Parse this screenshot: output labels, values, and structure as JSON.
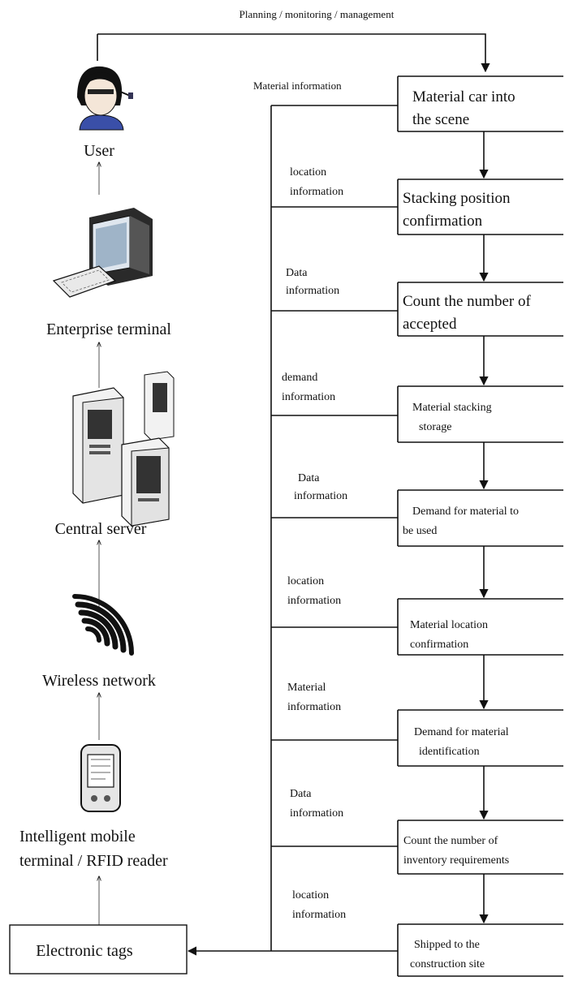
{
  "top_label": "Planning / monitoring / management",
  "left_column": {
    "user": "User",
    "enterprise_terminal": "Enterprise terminal",
    "central_server": "Central server",
    "wireless_network": "Wireless network",
    "mobile_terminal_line1": "Intelligent mobile",
    "mobile_terminal_line2": "terminal / RFID reader",
    "electronic_tags": "Electronic tags"
  },
  "process_steps": [
    {
      "line1": "Material car into",
      "line2": "the scene"
    },
    {
      "line1": "Stacking position",
      "line2": "confirmation"
    },
    {
      "line1": "Count the number of",
      "line2": "accepted"
    },
    {
      "line1": "Material stacking",
      "line2": "storage"
    },
    {
      "line1": "Demand for material to",
      "line2": "be used"
    },
    {
      "line1": "Material location",
      "line2": "confirmation"
    },
    {
      "line1": "Demand for material",
      "line2": "identification"
    },
    {
      "line1": "Count the number of",
      "line2": "inventory requirements"
    },
    {
      "line1": "Shipped to the",
      "line2": "construction site"
    }
  ],
  "info_labels": [
    {
      "line1": "Material information",
      "line2": ""
    },
    {
      "line1": "location",
      "line2": "information"
    },
    {
      "line1": "Data",
      "line2": "information"
    },
    {
      "line1": "demand",
      "line2": "information"
    },
    {
      "line1": "Data",
      "line2": "information"
    },
    {
      "line1": "location",
      "line2": "information"
    },
    {
      "line1": "Material",
      "line2": "information"
    },
    {
      "line1": "Data",
      "line2": "information"
    },
    {
      "line1": "location",
      "line2": "information"
    }
  ]
}
